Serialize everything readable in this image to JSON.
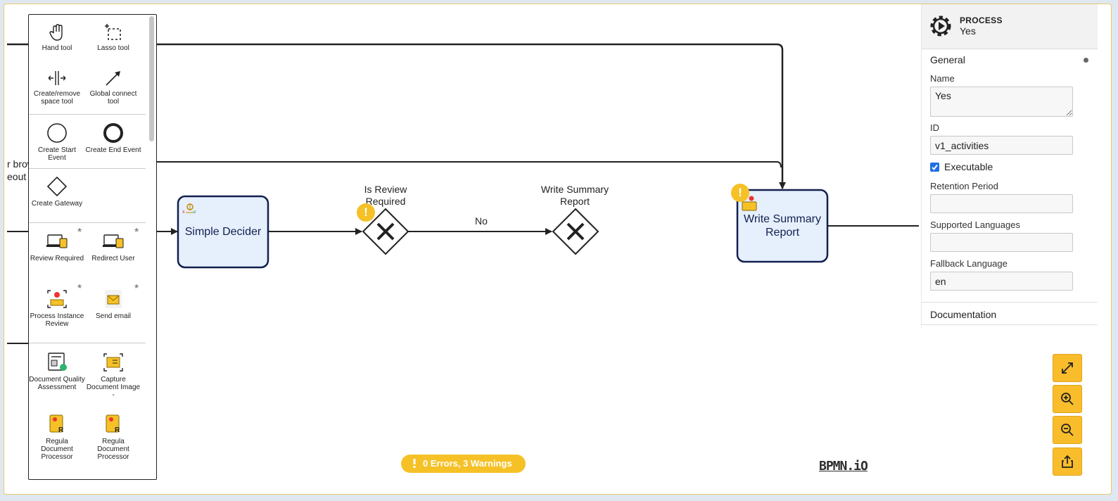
{
  "palette": {
    "tools": [
      {
        "label": "Hand tool",
        "icon": "hand-icon"
      },
      {
        "label": "Lasso tool",
        "icon": "lasso-icon"
      },
      {
        "label": "Create/remove space tool",
        "icon": "space-tool-icon"
      },
      {
        "label": "Global connect tool",
        "icon": "connect-arrow-icon"
      },
      {
        "label": "Create Start Event",
        "icon": "start-event-icon"
      },
      {
        "label": "Create End Event",
        "icon": "end-event-icon"
      },
      {
        "label": "Create Gateway",
        "icon": "gateway-icon"
      },
      {
        "label": "Review Required",
        "icon": "review-required-icon"
      },
      {
        "label": "Redirect User",
        "icon": "redirect-user-icon"
      },
      {
        "label": "Process Instance Review",
        "icon": "process-review-icon"
      },
      {
        "label": "Send email",
        "icon": "send-email-icon"
      },
      {
        "label": "Document Quality Assessment",
        "icon": "document-quality-icon"
      },
      {
        "label": "Capture Document Image -",
        "icon": "capture-document-icon"
      },
      {
        "label": "Regula Document Processor",
        "icon": "regula-document-icon"
      },
      {
        "label": "Regula Document Processor",
        "icon": "regula-document-icon"
      }
    ],
    "star": "*"
  },
  "diagram": {
    "cut_text_1": "r brow",
    "cut_text_2": "eout",
    "task_simple_decider": "Simple Decider",
    "gateway1_label": "Is Review Required",
    "gateway2_label": "Write Summary Report",
    "flow_no_label": "No",
    "task_write_summary": "Write Summary Report"
  },
  "properties": {
    "type": "PROCESS",
    "name": "Yes",
    "general_title": "General",
    "name_label": "Name",
    "name_value": "Yes",
    "id_label": "ID",
    "id_value": "v1_activities",
    "executable_label": "Executable",
    "executable_checked": true,
    "retention_label": "Retention Period",
    "retention_value": "",
    "languages_label": "Supported Languages",
    "languages_value": "",
    "fallback_label": "Fallback Language",
    "fallback_value": "en",
    "documentation_title": "Documentation"
  },
  "status": {
    "text": "0 Errors, 3 Warnings",
    "warning_mark": "!"
  },
  "logo": "BPMN.iO",
  "colors": {
    "accent": "#f9bd2c",
    "warning": "#f5c127",
    "task_fill": "#e6effc",
    "task_stroke": "#12204f"
  }
}
